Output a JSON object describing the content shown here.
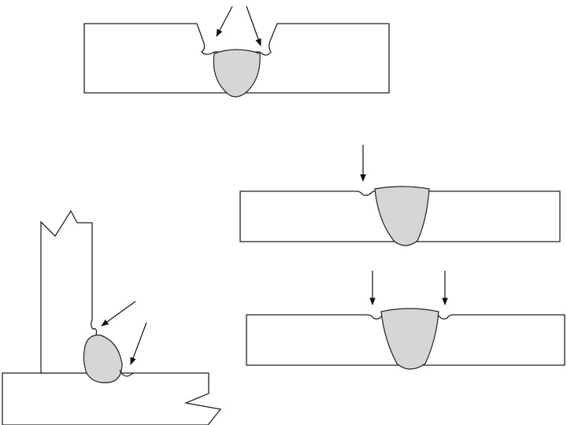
{
  "colors": {
    "background": "#ffffff",
    "outline": "#222222",
    "weld_bead": "#d6d6d6"
  },
  "figures": [
    {
      "name": "groove-weld-double-undercut",
      "arrows": 2
    },
    {
      "name": "butt-weld-single-undercut",
      "arrows": 1
    },
    {
      "name": "butt-weld-double-undercut",
      "arrows": 2
    },
    {
      "name": "fillet-weld-t-joint-undercut",
      "arrows": 2
    }
  ]
}
